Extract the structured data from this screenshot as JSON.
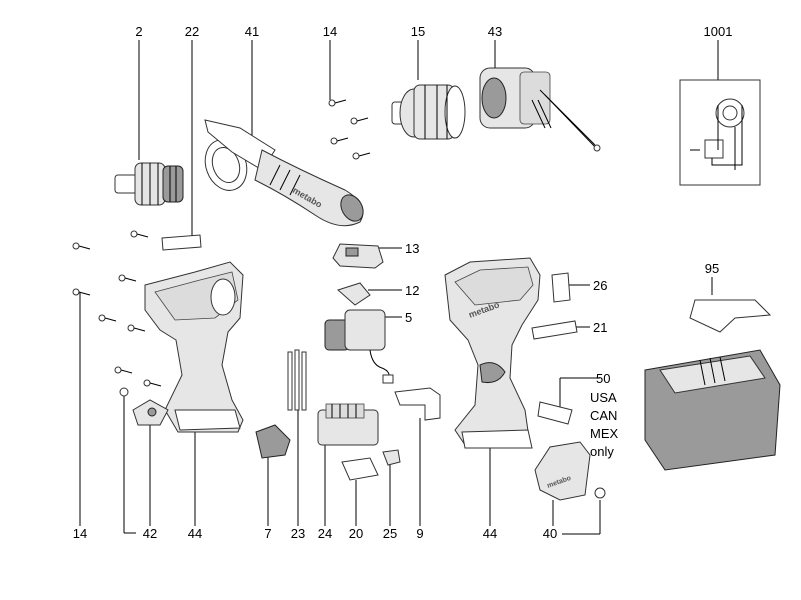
{
  "diagram": {
    "top_labels": {
      "part_2": "2",
      "part_22": "22",
      "part_41": "41",
      "part_14_top": "14",
      "part_15": "15",
      "part_43": "43",
      "part_1001": "1001"
    },
    "side_labels": {
      "part_13": "13",
      "part_12": "12",
      "part_5": "5",
      "part_26": "26",
      "part_21": "21",
      "part_95": "95",
      "part_50": "50"
    },
    "region_note": [
      "USA",
      "CAN",
      "MEX",
      "only"
    ],
    "brand_mark": "metabo",
    "bottom_labels": {
      "part_14_bottom": "14",
      "part_42": "42",
      "part_44_left": "44",
      "part_7": "7",
      "part_23": "23",
      "part_24": "24",
      "part_20": "20",
      "part_25": "25",
      "part_9": "9",
      "part_44_right": "44",
      "part_40": "40"
    }
  }
}
